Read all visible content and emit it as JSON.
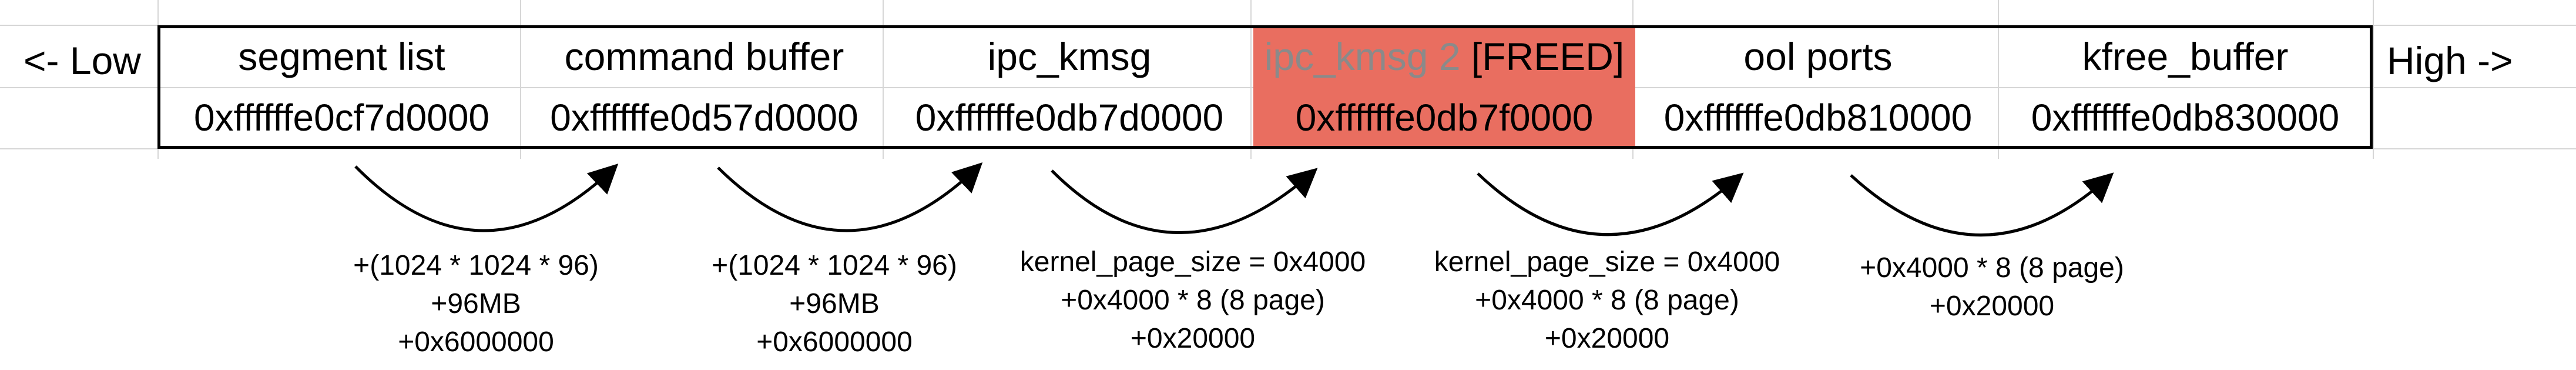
{
  "labels": {
    "low": "<- Low",
    "high": "High ->"
  },
  "segments": [
    {
      "name": "segment list",
      "address": "0xffffffe0cf7d0000"
    },
    {
      "name": "command buffer",
      "address": "0xffffffe0d57d0000"
    },
    {
      "name": "ipc_kmsg",
      "address": "0xffffffe0db7d0000"
    },
    {
      "name_part1": "ipc_kmsg 2",
      "name_part2": "[FREED]",
      "address": "0xffffffe0db7f0000",
      "highlight_color": "#e96e60"
    },
    {
      "name": "ool ports",
      "address": "0xffffffe0db810000"
    },
    {
      "name": "kfree_buffer",
      "address": "0xffffffe0db830000"
    }
  ],
  "offsets": [
    {
      "lines": [
        "+(1024 * 1024 * 96)",
        "+96MB",
        "+0x6000000"
      ]
    },
    {
      "lines": [
        "+(1024 * 1024 * 96)",
        "+96MB",
        "+0x6000000"
      ]
    },
    {
      "lines": [
        "kernel_page_size = 0x4000",
        "+0x4000 * 8 (8 page)",
        "+0x20000"
      ]
    },
    {
      "lines": [
        "kernel_page_size = 0x4000",
        "+0x4000 * 8 (8 page)",
        "+0x20000"
      ]
    },
    {
      "lines": [
        "+0x4000 * 8 (8 page)",
        "+0x20000"
      ]
    }
  ]
}
